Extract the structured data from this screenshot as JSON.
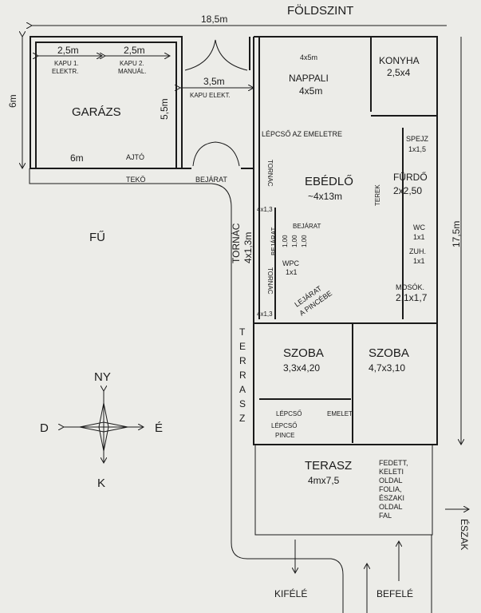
{
  "title": "FÖLDSZINT",
  "dimensions": {
    "total_width": "18,5m",
    "total_depth": "17,5m",
    "garage_height": "6m",
    "garage_depth": "5,5m",
    "garage_width": "6m",
    "gate1_width": "2,5m",
    "gate2_width": "2,5m",
    "gate3_width": "3,5m",
    "tornac_side": "4x1,3m"
  },
  "garage": {
    "name": "GARÁZS",
    "gate1": "KAPU 1.",
    "gate1_type": "ELEKTR.",
    "gate2": "KAPU 2.",
    "gate2_type": "MANUÁL.",
    "door": "AJTÓ",
    "teko": "TEKÖ"
  },
  "entrance": {
    "gate": "KAPU ELEKT.",
    "entrance": "BEJÁRAT"
  },
  "rooms": {
    "nappali": {
      "name": "NAPPALI",
      "size": "4x5m",
      "size_top": "4x5m"
    },
    "konyha": {
      "name": "KONYHA",
      "size": "2,5x4"
    },
    "stairs_up": "LÉPCSŐ AZ EMELETRE",
    "spejz": {
      "name": "SPEJZ",
      "size": "1x1,5"
    },
    "ebedlo": {
      "name": "EBÉDLŐ",
      "size": "~4x13m"
    },
    "terek": "TEREK",
    "furdo": {
      "name": "FÜRDŐ",
      "size": "2x2,50"
    },
    "wc": {
      "name": "WC",
      "size": "1x1"
    },
    "zuh": {
      "name": "ZUH.",
      "size": "1x1"
    },
    "mosok": {
      "name": "MOSÓK.",
      "size": "2,1x1,7"
    },
    "tornac1": {
      "name": "TORNAC",
      "size": "4x1,3"
    },
    "tornac2": {
      "name": "TORNAC",
      "size": "4x1,3"
    },
    "tornac_outer": "TORNÁC",
    "bejarat_side": "BEJÁRAT",
    "bejarat_inner": "BEJÁRAT",
    "steps": [
      "1,00",
      "1,00",
      "1,00"
    ],
    "wpc": {
      "name": "WPC",
      "size": "1x1"
    },
    "cellar": {
      "line1": "LEJÁRAT",
      "line2": "A PINCÉBE"
    },
    "szoba1": {
      "name": "SZOBA",
      "size": "3,3x4,20"
    },
    "szoba2": {
      "name": "SZOBA",
      "size": "4,7x3,10"
    },
    "lepcso1": "LÉPCSŐ",
    "emelet": "EMELET",
    "lepcso2": "LÉPCSŐ",
    "pince": "PINCE",
    "terasz": {
      "name": "TERASZ",
      "size": "4mx7,5",
      "note": [
        "FEDETT,",
        "KELETI",
        "OLDAL",
        "FOLIA,",
        "ÉSZAKI",
        "OLDAL",
        "FAL"
      ]
    }
  },
  "outside": {
    "lawn": "FŰ",
    "terrace_side": [
      "T",
      "E",
      "R",
      "R",
      "A",
      "S",
      "Z"
    ],
    "out": "KIFÉLÉ",
    "in": "BEFELÉ",
    "north": "ÉSZAK"
  },
  "compass": {
    "n": "NY",
    "s": "K",
    "w": "D",
    "e": "É"
  }
}
